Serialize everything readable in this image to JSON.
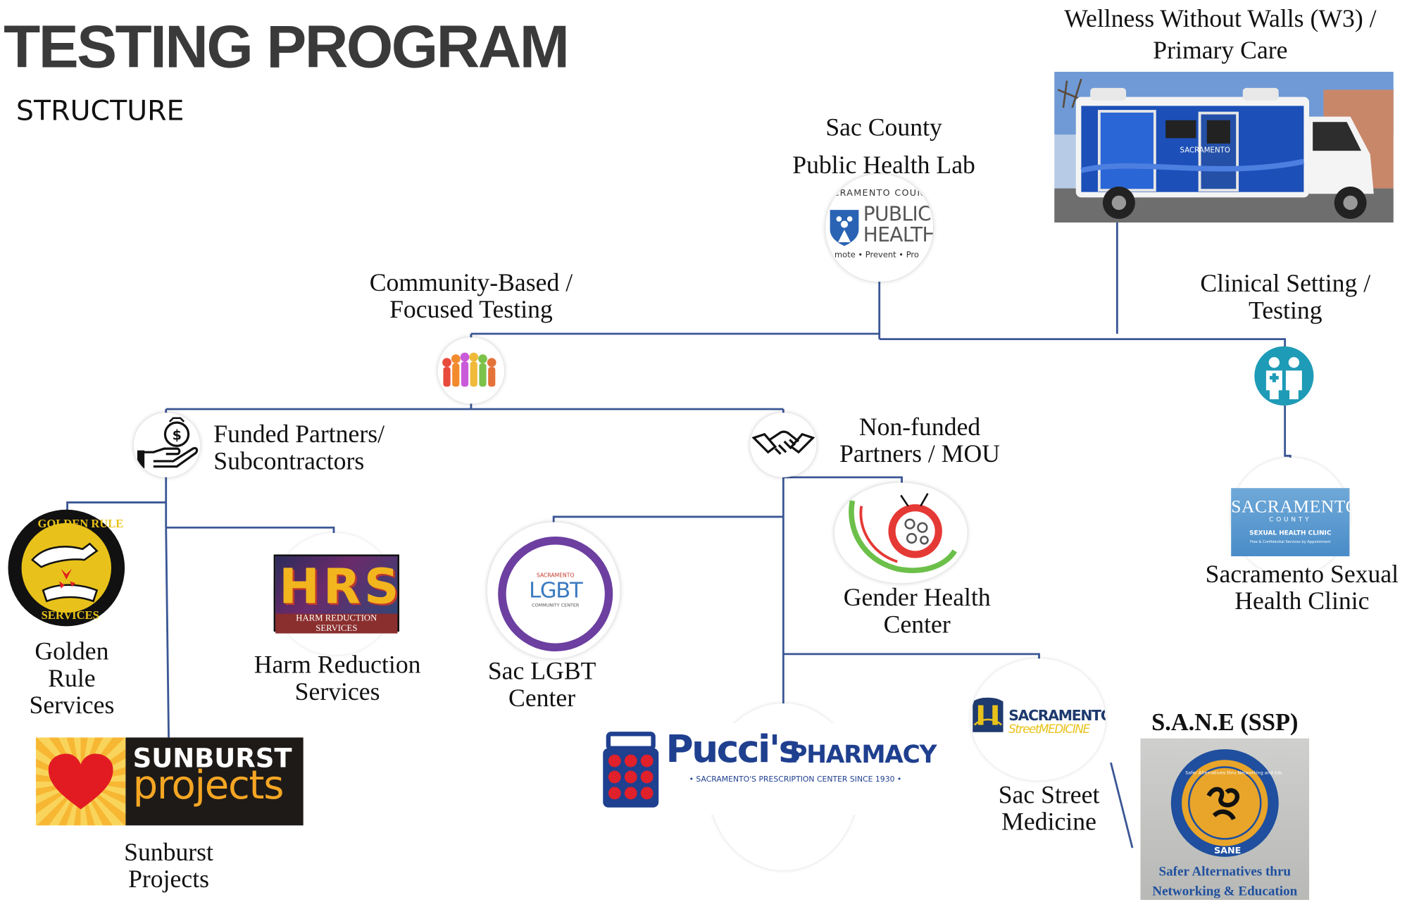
{
  "header": {
    "title": "TESTING PROGRAM",
    "subtitle": "STRUCTURE"
  },
  "nodes": {
    "w3": {
      "label_line1": "Wellness Without Walls (W3) /",
      "label_line2": "Primary Care",
      "van_text": "SACRAMENTO"
    },
    "lab": {
      "label_line1": "Sac County",
      "label_line2": "Public Health Lab",
      "logo_top": "CRAMENTO COUN",
      "logo_line1": "PUBLIC",
      "logo_line2": "HEALTH",
      "logo_tag": "mote • Prevent • Pro"
    },
    "community": {
      "label_line1": "Community-Based /",
      "label_line2": "Focused Testing"
    },
    "clinical": {
      "label_line1": "Clinical Setting /",
      "label_line2": "Testing"
    },
    "funded": {
      "label_line1": "Funded Partners/",
      "label_line2": "Subcontractors"
    },
    "nonfunded": {
      "label_line1": "Non-funded",
      "label_line2": "Partners / MOU"
    },
    "golden_rule": {
      "label_line1": "Golden",
      "label_line2": "Rule",
      "label_line3": "Services",
      "logo_top": "GOLDEN RULE",
      "logo_bottom": "SERVICES"
    },
    "harm_reduction": {
      "label_line1": "Harm Reduction",
      "label_line2": "Services",
      "logo_text": "HRS",
      "logo_sub": "HARM REDUCTION SERVICES"
    },
    "lgbt": {
      "label_line1": "Sac LGBT",
      "label_line2": "Center",
      "logo_top": "SACRAMENTO",
      "logo_main": "LGBT",
      "logo_sub": "COMMUNITY CENTER"
    },
    "gender_health": {
      "label_line1": "Gender Health",
      "label_line2": "Center",
      "logo_script": "Gender Health Center"
    },
    "sunburst": {
      "label_line1": "Sunburst",
      "label_line2": "Projects",
      "logo_line1": "SUNBURST",
      "logo_line2": "projects"
    },
    "pucci": {
      "logo_main": "Pucci's",
      "logo_pharmacy": "PHARMACY",
      "logo_tag": "• SACRAMENTO'S PRESCRIPTION CENTER SINCE 1930 •"
    },
    "street_medicine": {
      "label_line1": "Sac Street",
      "label_line2": "Medicine",
      "logo_line1": "SACRAMENTO",
      "logo_line2": "StreetMEDICINE"
    },
    "sexual_health": {
      "label_line1": "Sacramento Sexual",
      "label_line2": "Health Clinic",
      "logo_line1": "SACRAMENTO",
      "logo_line2": "COUNTY",
      "logo_line3": "SEXUAL HEALTH CLINIC",
      "logo_line4": "Free & Confidential Services by Appointment"
    },
    "sane": {
      "label": "S.A.N.E (SSP)",
      "logo_ring": "Safer Alternatives thru Networking and Education",
      "logo_sane": "SANE",
      "logo_line1": "Safer Alternatives thru",
      "logo_line2": "Networking & Education"
    }
  },
  "colors": {
    "connector": "#3a5695",
    "teal": "#1e9bb6",
    "lgbt_ring": "#6c3fa0",
    "pucci_blue": "#1f3f8f",
    "pucci_red": "#e0202a",
    "sunburst_orange": "#f5a623",
    "sac_blue": "#2a63b4"
  }
}
